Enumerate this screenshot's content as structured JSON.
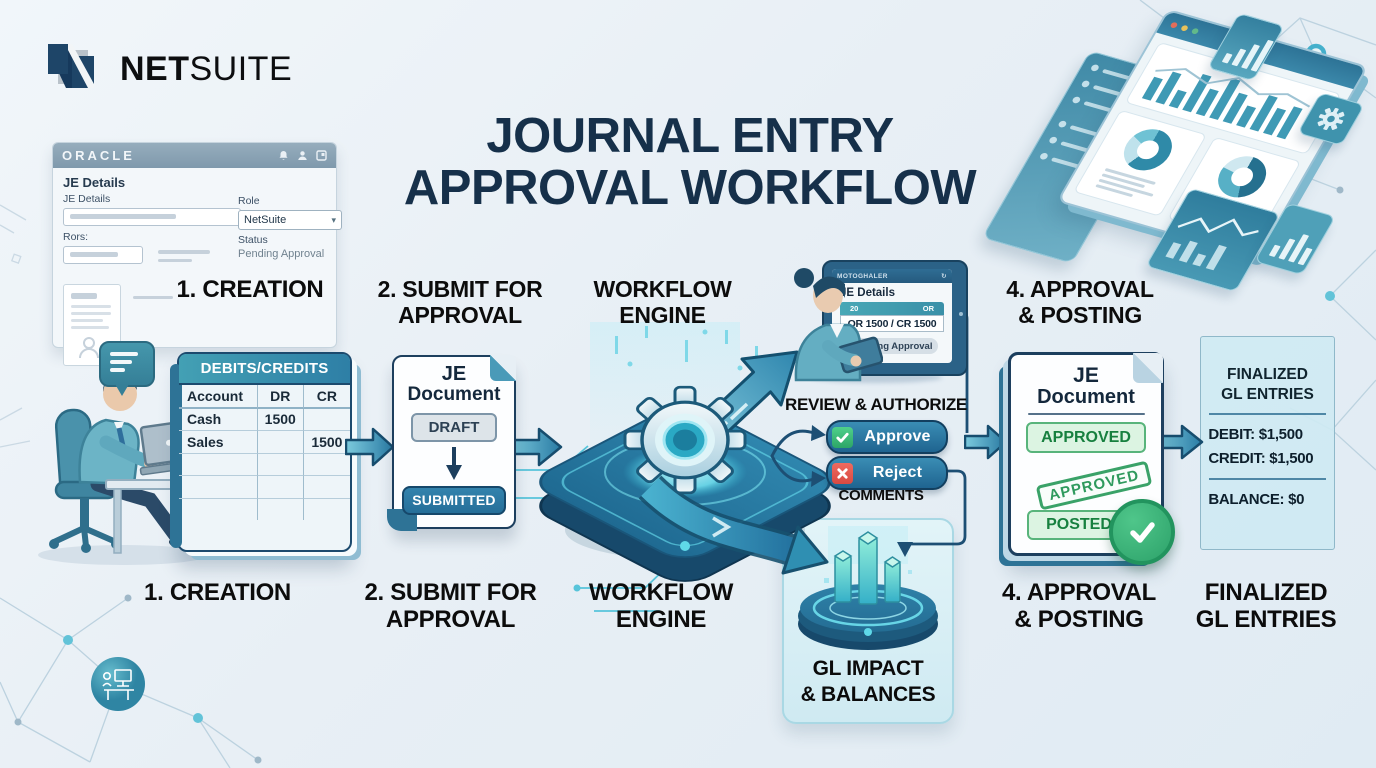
{
  "brand": {
    "logo_bold": "NET",
    "logo_light": "SUITE"
  },
  "title": {
    "line1": "JOURNAL ENTRY",
    "line2": "APPROVAL WORKFLOW"
  },
  "colors": {
    "accent_teal": "#3a9ab2",
    "navy": "#16324a",
    "approve_green": "#3cb878",
    "reject_red": "#e05252",
    "badge_green": "#dcf4e2",
    "panel_cyan": "#cfe9f2"
  },
  "oracle_window": {
    "titlebar": "ORACLE",
    "heading": "JE Details",
    "je_details_label": "JE Details",
    "role_label": "Role",
    "role_value": "NetSuite",
    "rors_label": "Rors:",
    "status_label": "Status",
    "status_value": "Pending Approval"
  },
  "labels_top": {
    "creation": "1. CREATION",
    "submit_1": "2. SUBMIT FOR",
    "submit_2": "APPROVAL",
    "engine_1": "WORKFLOW",
    "engine_2": "ENGINE",
    "approval_1": "4. APPROVAL",
    "approval_2": "& POSTING"
  },
  "labels_bottom": {
    "creation": "1. CREATION",
    "submit_1": "2. SUBMIT FOR",
    "submit_2": "APPROVAL",
    "engine_1": "WORKFLOW",
    "engine_2": "ENGINE",
    "approval_1": "4. APPROVAL",
    "approval_2": "& POSTING",
    "finalized_1": "FINALIZED",
    "finalized_2": "GL ENTRIES"
  },
  "ledger": {
    "title": "DEBITS/CREDITS",
    "columns": [
      "Account",
      "DR",
      "CR"
    ],
    "rows": [
      [
        "Cash",
        "1500",
        ""
      ],
      [
        "Sales",
        "",
        "1500"
      ],
      [
        "",
        "",
        ""
      ],
      [
        "",
        "",
        ""
      ],
      [
        "",
        "",
        ""
      ]
    ]
  },
  "je_doc_submit": {
    "title1": "JE",
    "title2": "Document",
    "draft": "DRAFT",
    "submitted": "SUBMITTED"
  },
  "tablet": {
    "titlebar": "MOTOGHALER",
    "heading": "JE Details",
    "col_left": "20",
    "col_right": "OR",
    "amounts": "OR 1500 / CR 1500",
    "badge": "Pending Approval"
  },
  "review": {
    "heading": "REVIEW & AUTHORIZE",
    "approve": "Approve",
    "reject": "Reject",
    "comments": "COMMENTS"
  },
  "je_doc_approved": {
    "title1": "JE",
    "title2": "Document",
    "approved_badge": "APPROVED",
    "stamp": "APPROVED",
    "posted_badge": "POSTED"
  },
  "finalized": {
    "title1": "FINALIZED",
    "title2": "GL ENTRIES",
    "debit": "DEBIT: $1,500",
    "credit": "CREDIT: $1,500",
    "balance": "BALANCE: $0"
  },
  "gl_impact": {
    "label1": "GL IMPACT",
    "label2": "& BALANCES"
  }
}
